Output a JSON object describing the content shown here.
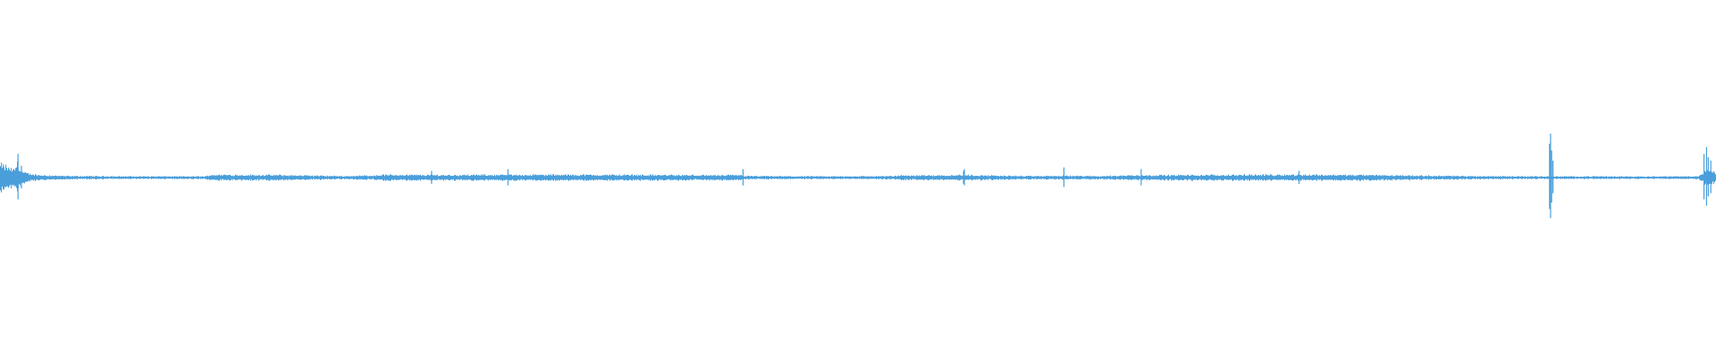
{
  "waveform": {
    "color": "#4a9fdb",
    "background": "#ffffff",
    "amplitude_profile": [
      [
        0.0,
        0.1
      ],
      [
        0.004,
        0.08
      ],
      [
        0.008,
        0.06
      ],
      [
        0.01,
        0.12
      ],
      [
        0.012,
        0.05
      ],
      [
        0.016,
        0.03
      ],
      [
        0.022,
        0.02
      ],
      [
        0.04,
        0.012
      ],
      [
        0.08,
        0.01
      ],
      [
        0.12,
        0.01
      ],
      [
        0.122,
        0.022
      ],
      [
        0.16,
        0.02
      ],
      [
        0.2,
        0.012
      ],
      [
        0.22,
        0.018
      ],
      [
        0.222,
        0.022
      ],
      [
        0.26,
        0.02
      ],
      [
        0.3,
        0.022
      ],
      [
        0.33,
        0.022
      ],
      [
        0.38,
        0.021
      ],
      [
        0.42,
        0.018
      ],
      [
        0.432,
        0.02
      ],
      [
        0.434,
        0.012
      ],
      [
        0.48,
        0.01
      ],
      [
        0.52,
        0.012
      ],
      [
        0.526,
        0.018
      ],
      [
        0.545,
        0.018
      ],
      [
        0.56,
        0.02
      ],
      [
        0.6,
        0.012
      ],
      [
        0.62,
        0.014
      ],
      [
        0.64,
        0.012
      ],
      [
        0.66,
        0.018
      ],
      [
        0.7,
        0.02
      ],
      [
        0.74,
        0.022
      ],
      [
        0.76,
        0.022
      ],
      [
        0.8,
        0.02
      ],
      [
        0.84,
        0.014
      ],
      [
        0.86,
        0.012
      ],
      [
        0.9,
        0.01
      ],
      [
        0.94,
        0.01
      ],
      [
        0.98,
        0.01
      ],
      [
        0.99,
        0.012
      ],
      [
        0.994,
        0.06
      ],
      [
        0.998,
        0.05
      ],
      [
        1.0,
        0.04
      ]
    ],
    "spikes": [
      [
        0.0105,
        0.14
      ],
      [
        0.0125,
        0.07
      ],
      [
        0.2515,
        0.04
      ],
      [
        0.296,
        0.05
      ],
      [
        0.433,
        0.05
      ],
      [
        0.5615,
        0.04
      ],
      [
        0.562,
        0.05
      ],
      [
        0.62,
        0.06
      ],
      [
        0.665,
        0.05
      ],
      [
        0.757,
        0.04
      ],
      [
        0.903,
        0.2
      ],
      [
        0.9036,
        0.26
      ],
      [
        0.9042,
        0.16
      ],
      [
        0.905,
        0.1
      ],
      [
        0.993,
        0.14
      ],
      [
        0.9945,
        0.18
      ],
      [
        0.9955,
        0.12
      ],
      [
        0.997,
        0.1
      ]
    ]
  }
}
